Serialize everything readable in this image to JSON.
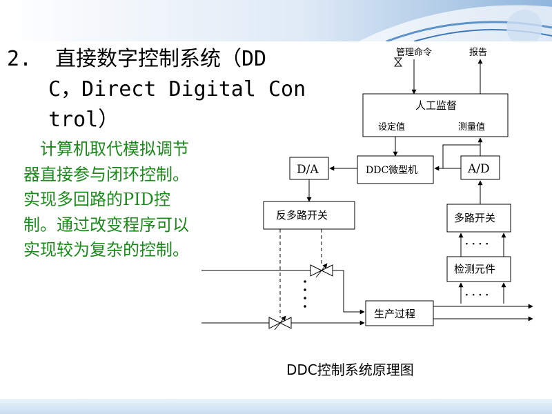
{
  "heading": {
    "number": "2.",
    "line1": "直接数字控制系统（DD",
    "line2": "C，Direct Digital Con",
    "line3": "trol）"
  },
  "description": "计算机取代模拟调节器直接参与闭环控制。实现多回路的PID控制。通过改变程序可以实现较为复杂的控制。",
  "diagram": {
    "management_command": "管理命令",
    "report": "报告",
    "human_monitor": "人工监督",
    "setpoint": "设定值",
    "measured_value": "测量值",
    "da": "D/A",
    "ddc_micro": "DDC微型机",
    "ad": "A/D",
    "reverse_mux": "反多路开关",
    "mux": "多路开关",
    "detector": "检测元件",
    "production_process": "生产过程",
    "dots": "· · · ·"
  },
  "caption": "DDC控制系统原理图",
  "colors": {
    "heading": "#000000",
    "description": "#1a8a1a",
    "deco": "#5d93c9"
  }
}
